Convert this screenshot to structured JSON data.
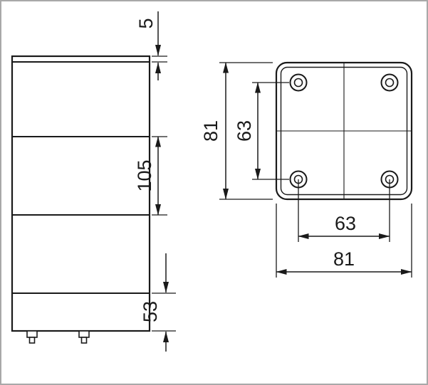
{
  "side_view": {
    "cap_height_label": "5",
    "module_height_label": "105",
    "base_height_label": "53"
  },
  "plate_view": {
    "outer_height_label": "81",
    "hole_pitch_vertical_label": "63",
    "hole_pitch_horizontal_label": "63",
    "outer_width_label": "81"
  },
  "colors": {
    "line": "#1a1a1a",
    "background": "#ffffff",
    "frame": "#a9a9a9"
  }
}
